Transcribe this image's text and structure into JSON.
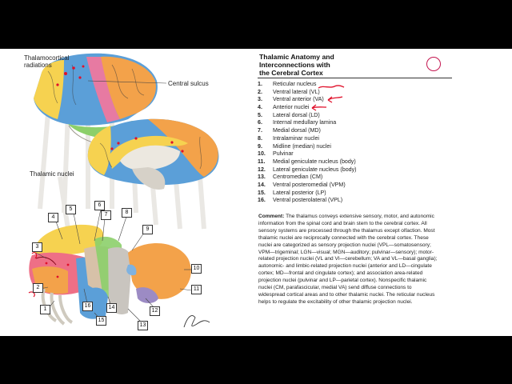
{
  "figure": {
    "labels": {
      "radiations": "Thalamocortical\nradiations",
      "central_sulcus": "Central sulcus",
      "thalamic_nuclei": "Thalamic nuclei"
    },
    "callouts": [
      "1",
      "2",
      "3",
      "4",
      "5",
      "6",
      "7",
      "8",
      "9",
      "10",
      "11",
      "12",
      "13",
      "14",
      "15",
      "16"
    ],
    "signature": "F. Netter"
  },
  "page": {
    "title": "Thalamic Anatomy and\nInterconnections with\nthe Cerebral Cortex",
    "nuclei": [
      {
        "num": "1.",
        "name": "Reticular nucleus"
      },
      {
        "num": "2.",
        "name": "Ventral lateral (VL)"
      },
      {
        "num": "3.",
        "name": "Ventral anterior (VA)"
      },
      {
        "num": "4.",
        "name": "Anterior nuclei"
      },
      {
        "num": "5.",
        "name": "Lateral dorsal (LD)"
      },
      {
        "num": "6.",
        "name": "Internal medullary lamina"
      },
      {
        "num": "7.",
        "name": "Medial dorsal (MD)"
      },
      {
        "num": "8.",
        "name": "Intralaminar nuclei"
      },
      {
        "num": "9.",
        "name": "Midline (median) nuclei"
      },
      {
        "num": "10.",
        "name": "Pulvinar"
      },
      {
        "num": "11.",
        "name": "Medial geniculate nucleus (body)"
      },
      {
        "num": "12.",
        "name": "Lateral geniculate nucleus (body)"
      },
      {
        "num": "13.",
        "name": "Centromedian (CM)"
      },
      {
        "num": "14.",
        "name": "Ventral posteromedial (VPM)"
      },
      {
        "num": "15.",
        "name": "Lateral posterior (LP)"
      },
      {
        "num": "16.",
        "name": "Ventral posterolateral (VPL)"
      }
    ],
    "comment_label": "Comment:",
    "comment_text": "The thalamus conveys extensive sensory, motor, and autonomic information from the spinal cord and brain stem to the cerebral cortex. All sensory systems are processed through the thalamus except olfaction. Most thalamic nuclei are reciprocally connected with the cerebral cortex. These nuclei are categorized as sensory projection nuclei (VPL—somatosensory; VPM—trigeminal; LGN—visual; MGN—auditory; pulvinar—sensory); motor-related projection nuclei (VL and VI—cerebellum; VA and VL—basal ganglia); autonomic- and limbic-related projection nuclei (anterior and LD—cingulate cortex; MD—frontal and cingulate cortex); and association area-related projection nuclei (pulvinar and LP—parietal cortex). Nonspecific thalamic nuclei (CM, parafascicular, medial VA) send diffuse connections to widespread cortical areas and to other thalamic nuclei. The reticular nucleus helps to regulate the excitability of other thalamic projection nuclei."
  },
  "colors": {
    "annotation_red": "#e0102a",
    "record_ring": "#c4154f",
    "frontal": "#f3a24a",
    "parietal": "#5b9fd8",
    "motor": "#e77aa2",
    "occipital": "#f6d250",
    "temporal": "#8ccf6a"
  }
}
